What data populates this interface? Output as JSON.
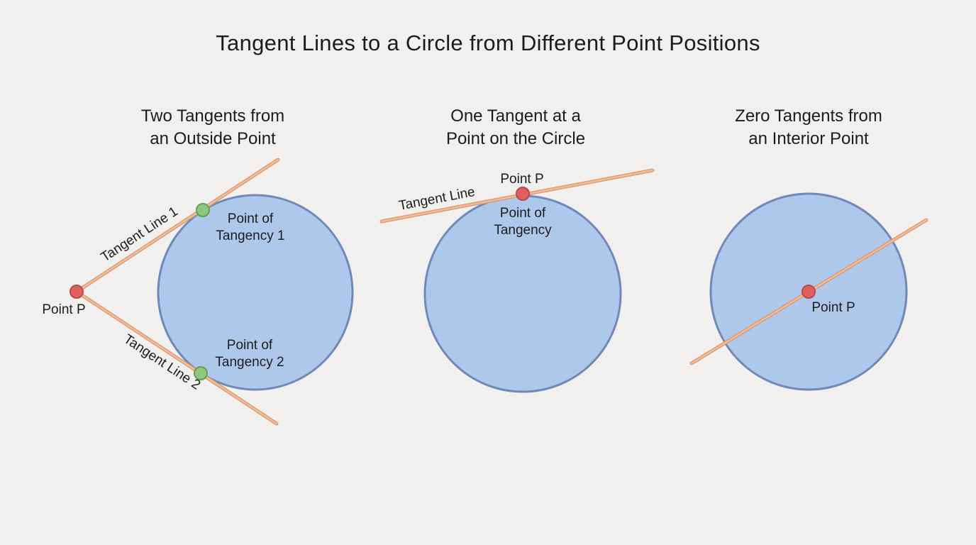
{
  "title": "Tangent Lines to a Circle from Different Point Positions",
  "panels": [
    {
      "heading": "Two Tangents from\nan Outside Point",
      "labels": {
        "tangent_line_1": "Tangent Line 1",
        "tangent_line_2": "Tangent Line 2",
        "point_p": "Point P",
        "tangency_1": "Point of\nTangency 1",
        "tangency_2": "Point of\nTangency 2"
      }
    },
    {
      "heading": "One Tangent at a\nPoint on the Circle",
      "labels": {
        "tangent_line": "Tangent Line",
        "point_p": "Point P",
        "tangency": "Point of\nTangency"
      }
    },
    {
      "heading": "Zero Tangents from\nan Interior Point",
      "labels": {
        "point_p": "Point P"
      }
    }
  ],
  "colors": {
    "background": "#f1f0ee",
    "text": "#1c1c1c",
    "circle_fill": "#aec8ec",
    "circle_stroke": "#7189b8",
    "tangent_line_edge": "#dd9b72",
    "tangent_line_core": "#f2c29d",
    "point_red_fill": "#e06060",
    "point_red_stroke": "#b5494e",
    "point_green_fill": "#90c77e",
    "point_green_stroke": "#61a050"
  }
}
